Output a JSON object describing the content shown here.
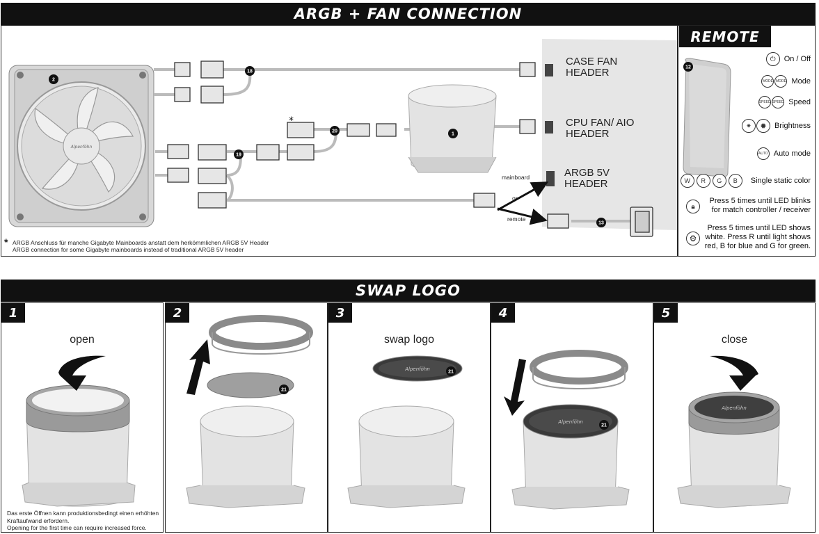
{
  "sections": {
    "connection_title": "ARGB + FAN CONNECTION",
    "remote_title": "REMOTE",
    "swap_title": "SWAP LOGO"
  },
  "headers": {
    "case_fan_1": "CASE FAN",
    "case_fan_2": "HEADER",
    "cpu_fan_1": "CPU FAN/ AIO",
    "cpu_fan_2": "HEADER",
    "argb_1": "ARGB 5V",
    "argb_2": "HEADER"
  },
  "labels": {
    "mainboard": "mainboard",
    "or": "or",
    "remote": "remote",
    "asterisk": "*"
  },
  "callouts": {
    "fan": "2",
    "pump": "1",
    "splitter_fan": "18",
    "splitter_argb": "19",
    "adapter": "20",
    "controller": "13",
    "remote": "12",
    "logo": "21"
  },
  "footnote": {
    "de": "ARGB Anschluss für manche Gigabyte Mainboards anstatt dem herkömmlichen ARGB 5V Header",
    "en": "ARGB connection for some Gigabyte mainboards instead of traditional ARGB 5V header"
  },
  "remote": {
    "on_off": "On / Off",
    "mode": "Mode",
    "speed": "Speed",
    "brightness": "Brightness",
    "auto_mode": "Auto mode",
    "static_color": "Single static color",
    "btn_mode": "MODE",
    "btn_speed": "SPEED",
    "btn_auto": "AUTO",
    "btn_w": "W",
    "btn_r": "R",
    "btn_g": "G",
    "btn_b": "B",
    "pair_1": "Press 5 times until LED blinks",
    "pair_2": "for match controller / receiver",
    "white_1": "Press 5 times until LED shows",
    "white_2": "white. Press R until light shows",
    "white_3": "red, B for blue and G for green."
  },
  "steps": [
    {
      "num": "1",
      "label": "open"
    },
    {
      "num": "2",
      "label": ""
    },
    {
      "num": "3",
      "label": "swap logo"
    },
    {
      "num": "4",
      "label": ""
    },
    {
      "num": "5",
      "label": "close"
    }
  ],
  "step1_note": {
    "de_1": "Das erste Öffnen kann produktionsbedingt einen erhöhten",
    "de_2": "Kraftaufwand erfordern.",
    "en": "Opening for the first time can require increased force."
  },
  "colors": {
    "banner": "#111111",
    "device": "#e3e3e3",
    "ring": "#9a9a9a",
    "logo_dark": "#3a3a3a",
    "header_panel": "#e8e8e8"
  }
}
